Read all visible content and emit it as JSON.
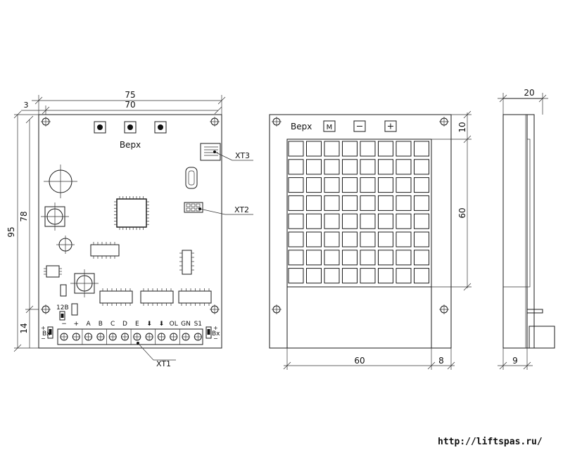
{
  "front_view": {
    "dim_width_outer": "75",
    "dim_width_inner": "70",
    "dim_offset": "3",
    "dim_height_outer": "95",
    "dim_height_inner": "78",
    "dim_bottom": "14",
    "top_label": "Верх",
    "jumper_label": "12В",
    "terminal_labels": [
      "−",
      "+",
      "A",
      "B",
      "C",
      "D",
      "E",
      "⬇",
      "⬇",
      "OL",
      "GN",
      "S1"
    ],
    "side_label_left": "Вх",
    "side_label_right": "Вх",
    "connector_labels": {
      "xt1": "XT1",
      "xt2": "XT2",
      "xt3": "XT3"
    }
  },
  "keypad_view": {
    "top_label": "Верх",
    "button_m": "М",
    "button_minus": "−",
    "button_plus": "+",
    "dim_top": "10",
    "dim_height": "60",
    "dim_width": "60",
    "dim_right": "8",
    "grid_rows": 8,
    "grid_cols": 8
  },
  "side_view": {
    "dim_depth": "20",
    "dim_bottom_depth": "9"
  },
  "watermark": "http://liftspas.ru/"
}
